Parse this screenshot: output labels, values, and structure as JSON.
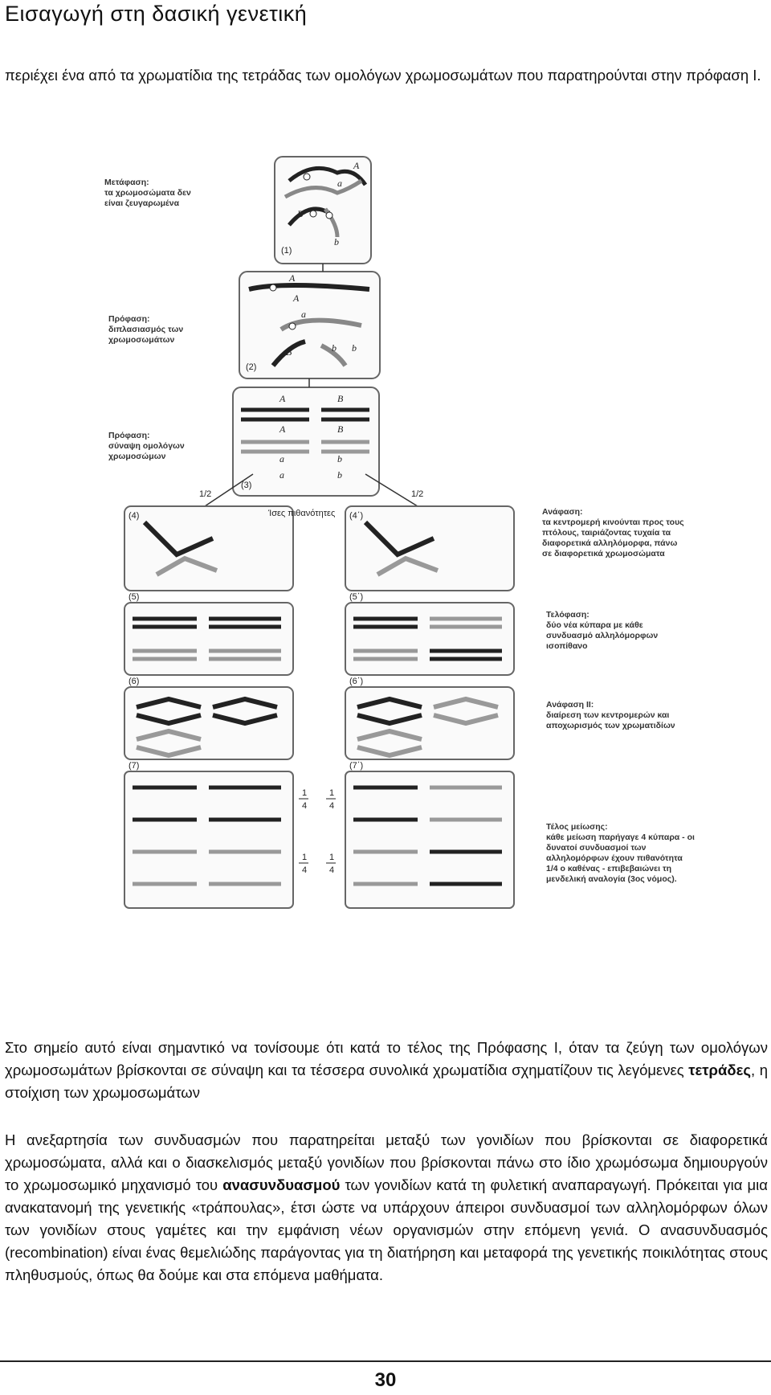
{
  "header": {
    "title": "Εισαγωγή στη δασική γενετική"
  },
  "intro": "περιέχει ένα από τα χρωματίδια της τετράδας των ομολόγων χρωμοσωμάτων που παρατηρούνται στην πρόφαση Ι.",
  "figure": {
    "labels": {
      "metaphase": [
        "Μετάφαση:",
        "τα χρωμοσώματα δεν",
        "είναι ζευγαρωμένα"
      ],
      "prophase": [
        "Πρόφαση:",
        "διπλασιασμός των",
        "χρωμοσωμάτων"
      ],
      "prophase_pair": [
        "Πρόφαση:",
        "σύναψη ομολόγων",
        "χρωμοσώμων"
      ],
      "anaphase": [
        "Ανάφαση:",
        "τα κεντρομερή κινούνται προς τους",
        "πτόλους, ταιριάζοντας τυχαία τα",
        "διαφορετικά αλληλόμορφα, πάνω",
        "σε διαφορετικά χρωμοσώματα"
      ],
      "telophase": [
        "Τελόφαση:",
        "δύο νέα κύπαρα με κάθε",
        "συνδυασμό αλληλόμορφων",
        "ισοπίθανο"
      ],
      "anaphase2": [
        "Ανάφαση ΙΙ:",
        "διαίρεση των κεντρομερών και",
        "αποχωρισμός των χρωματιδίων"
      ],
      "meiosis_end": [
        "Τέλος μείωσης:",
        "κάθε μείωση παρήγαγε 4 κύπαρα - οι",
        "δυνατοί συνδυασμοί των",
        "αλληλομόρφων έχουν πιθανότητα",
        "1/4 ο καθένας - επιβεβαιώνει τη",
        "μενδελική αναλογία (3ος νόμος)."
      ]
    },
    "steps": [
      "(1)",
      "(2)",
      "(3)",
      "(4)",
      "(4΄)",
      "(5)",
      "(5΄)",
      "(6)",
      "(6΄)",
      "(7)",
      "(7΄)"
    ],
    "half": "1/2",
    "equal": "Ίσες πιθανότητες",
    "quarter_num": "1",
    "quarter_den": "4"
  },
  "para1": [
    "Στο σημείο αυτό είναι σημαντικό να τονίσουμε ότι κατά το τέλος της Πρόφασης Ι, όταν τα ζεύγη των ομολόγων χρωμοσωμάτων βρίσκονται σε σύναψη και τα τέσσερα συνολικά χρωματίδια σχηματίζουν τις λεγόμενες ",
    "τετράδες",
    ", η στοίχιση των χρωμοσωμάτων"
  ],
  "para2": [
    "Η ανεξαρτησία των συνδυασμών που παρατηρείται μεταξύ των γονιδίων που βρίσκονται σε διαφορετικά χρωμοσώματα, αλλά και ο διασκελισμός μεταξύ γονιδίων που βρίσκονται πάνω στο ίδιο χρωμόσωμα δημιουργούν το χρωμοσωμικό μηχανισμό του ",
    "ανασυνδυασμού",
    " των γονιδίων κατά τη φυλετική αναπαραγωγή. Πρόκειται για μια ανακατανομή της γενετικής «τράπουλας», έτσι ώστε να υπάρχουν άπειροι συνδυασμοί των αλληλομόρφων όλων των γονιδίων στους γαμέτες και την εμφάνιση νέων οργανισμών στην επόμενη γενιά. Ο ανασυνδυασμός (recombination) είναι ένας θεμελιώδης παράγοντας για τη διατήρηση και μεταφορά της γενετικής ποικιλότητας στους πληθυσμούς, όπως θα δούμε και στα επόμενα μαθήματα."
  ],
  "page_number": "30"
}
